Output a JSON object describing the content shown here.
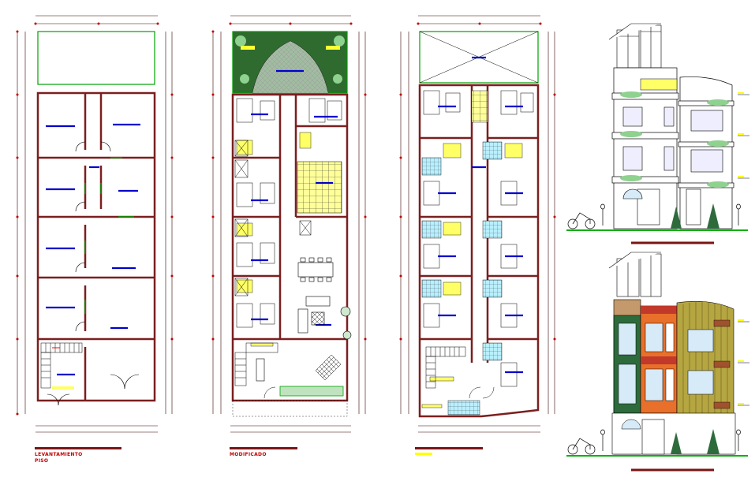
{
  "sheet": {
    "plans": [
      {
        "id": "existing",
        "caption_lines": [
          "LEVANTAMIENTO",
          "PISO"
        ]
      },
      {
        "id": "modified",
        "caption_lines": [
          "MODIFICADO"
        ]
      },
      {
        "id": "modified-2",
        "caption_lines": [
          ""
        ]
      }
    ],
    "elevations": [
      {
        "id": "elevation-line"
      },
      {
        "id": "elevation-color"
      }
    ]
  },
  "colors": {
    "wall": "#7a1f1f",
    "dimension": "#3a0000",
    "green_outline": "#00a000",
    "room_label": "#0000cc",
    "furniture": "#000000",
    "yellow": "#ffff66",
    "caption_red": "#c00000",
    "elev_orange": "#e8702a",
    "elev_brown": "#c49a6c",
    "elev_green_dark": "#2e6b3c",
    "elev_olive": "#b5a642",
    "ground": "#00b000"
  }
}
